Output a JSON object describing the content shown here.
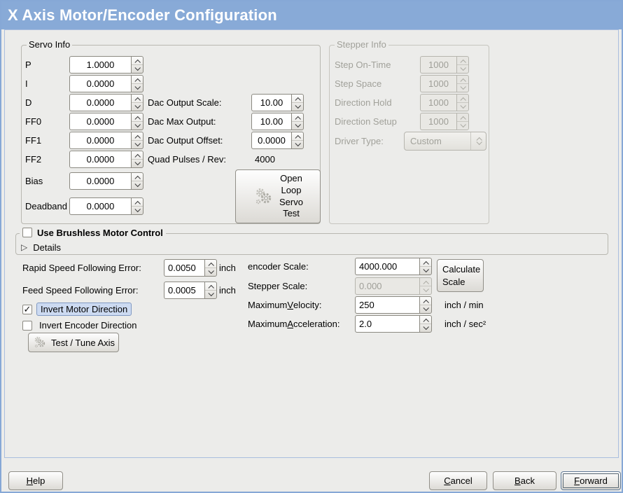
{
  "window": {
    "title": "X Axis Motor/Encoder Configuration"
  },
  "servo_info": {
    "legend": "Servo Info",
    "pid_rows": [
      {
        "label": "P",
        "value": "1.0000"
      },
      {
        "label": "I",
        "value": "0.0000"
      },
      {
        "label": "D",
        "value": "0.0000"
      },
      {
        "label": "FF0",
        "value": "0.0000"
      },
      {
        "label": "FF1",
        "value": "0.0000"
      },
      {
        "label": "FF2",
        "value": "0.0000"
      },
      {
        "label": "Bias",
        "value": "0.0000"
      },
      {
        "label": "Deadband",
        "value": "0.0000"
      }
    ],
    "dac_rows": [
      {
        "label": "Dac Output Scale:",
        "value": "10.00"
      },
      {
        "label": "Dac Max Output:",
        "value": "10.00"
      },
      {
        "label": "Dac Output Offset:",
        "value": "0.0000"
      }
    ],
    "quad_pulses": {
      "label": "Quad Pulses / Rev:",
      "value": "4000"
    },
    "open_loop_button": "Open\nLoop\nServo\nTest"
  },
  "stepper_info": {
    "legend": "Stepper Info",
    "rows": [
      {
        "label": "Step On-Time",
        "value": "1000"
      },
      {
        "label": "Step Space",
        "value": "1000"
      },
      {
        "label": "Direction Hold",
        "value": "1000"
      },
      {
        "label": "Direction Setup",
        "value": "1000"
      }
    ],
    "driver_type": {
      "label": "Driver Type:",
      "value": "Custom"
    }
  },
  "brushless": {
    "checkbox_label": "Use Brushless Motor Control",
    "checked": false,
    "details_label": "Details",
    "expander_arrow": "▷"
  },
  "following_error": {
    "rapid": {
      "label": "Rapid Speed Following Error:",
      "value": "0.0050",
      "unit": "inch"
    },
    "feed": {
      "label": "Feed Speed Following Error:",
      "value": "0.0005",
      "unit": "inch"
    }
  },
  "scales": {
    "encoder": {
      "label": "encoder Scale:",
      "value": "4000.000"
    },
    "stepper": {
      "label": "Stepper Scale:",
      "value": "0.000"
    },
    "calculate_button": "Calculate\nScale",
    "velocity": {
      "pre": "Maximum ",
      "key": "V",
      "post": "elocity:",
      "value": "250",
      "unit": "inch / min"
    },
    "acceleration": {
      "pre": "Maximum ",
      "key": "A",
      "post": "cceleration:",
      "value": "2.0",
      "unit": "inch / sec²"
    }
  },
  "direction": {
    "invert_motor": {
      "label": "Invert Motor Direction",
      "checked": true
    },
    "invert_encoder": {
      "label": "Invert Encoder Direction",
      "checked": false
    },
    "checkmark": "✓"
  },
  "test_tune_button": "Test / Tune Axis",
  "footer": {
    "help": {
      "key": "H",
      "post": "elp"
    },
    "cancel": {
      "key": "C",
      "post": "ancel"
    },
    "back": {
      "key": "B",
      "post": "ack"
    },
    "forward": {
      "key": "F",
      "post": "orward"
    }
  }
}
